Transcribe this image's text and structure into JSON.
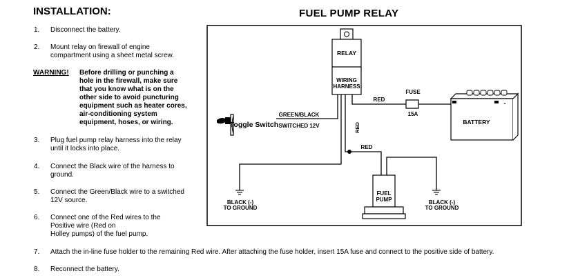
{
  "installation": {
    "title": "INSTALLATION:",
    "steps": [
      {
        "num": "1.",
        "lines": [
          "Disconnect the battery."
        ]
      },
      {
        "num": "2.",
        "lines": [
          "Mount relay on firewall of engine",
          "compartment using a sheet metal screw."
        ]
      },
      {
        "num": "3.",
        "lines": [
          "Plug fuel pump relay harness into the relay",
          "until it locks into place."
        ]
      },
      {
        "num": "4.",
        "lines": [
          "Connect the Black wire of the harness to",
          "ground."
        ]
      },
      {
        "num": "5.",
        "lines": [
          "Connect the Green/Black wire to a switched",
          "12V source."
        ]
      },
      {
        "num": "6.",
        "lines": [
          "Connect one of the Red wires to the",
          "Positive wire (Red on",
          "Holley pumps) of the fuel pump."
        ]
      },
      {
        "num": "7.",
        "lines": [
          "Attach the in-line fuse holder to the remaining Red wire.  After attaching the fuse holder, insert 15A fuse and connect to the positive side of battery."
        ]
      },
      {
        "num": "8.",
        "lines": [
          "Reconnect the battery."
        ]
      }
    ],
    "warning": {
      "label": "WARNING!",
      "lines": [
        "Before drilling or punching a",
        "hole in the firewall, make sure",
        "that you know what is on the",
        "other side to avoid puncturing",
        "equipment such as heater cores,",
        "air-conditioning system",
        "equipment, hoses, or wiring."
      ]
    }
  },
  "diagram": {
    "title": "FUEL PUMP RELAY",
    "relay_label": "RELAY",
    "harness_label_1": "WIRING",
    "harness_label_2": "HARNESS",
    "fuse_label": "FUSE",
    "fuse_rating": "15A",
    "red_top": "RED",
    "red_vertical": "RED",
    "red_mid": "RED",
    "green_black": "GREEN/BLACK",
    "switched": "SWITCHED  12V",
    "toggle_switch": "Toggle Switch",
    "battery": "BATTERY",
    "battery_neg": "-",
    "pump_label_1": "FUEL",
    "pump_label_2": "PUMP",
    "ground_left_1": "BLACK (-)",
    "ground_left_2": "TO GROUND",
    "ground_right_1": "BLACK (-)",
    "ground_right_2": "TO GROUND"
  }
}
